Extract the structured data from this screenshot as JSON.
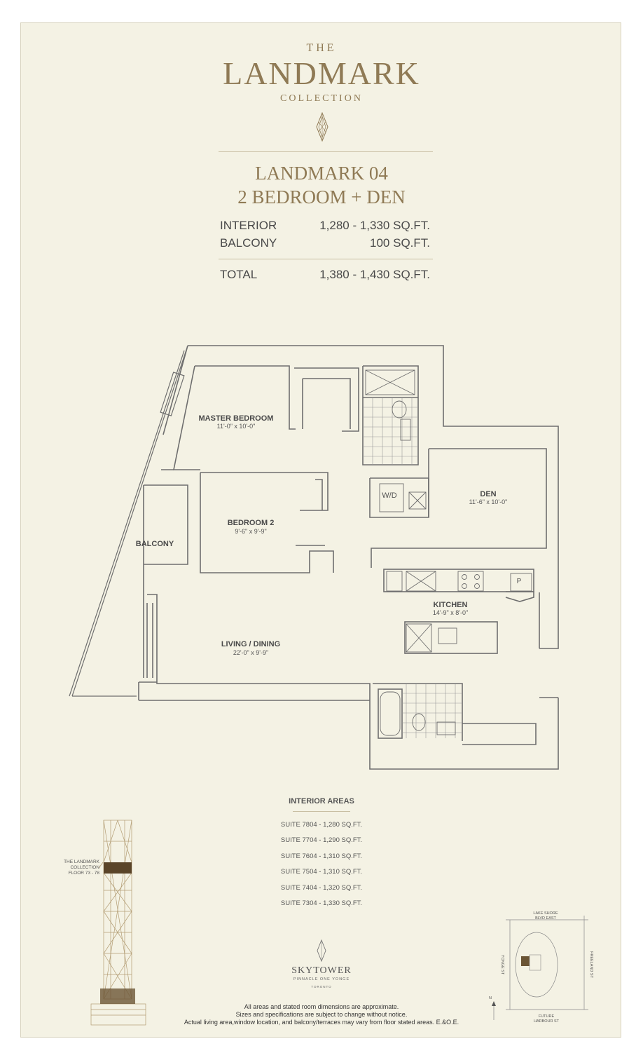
{
  "brand": {
    "the": "THE",
    "name": "LANDMARK",
    "collection": "COLLECTION"
  },
  "unit": {
    "name": "LANDMARK 04",
    "type": "2 BEDROOM + DEN"
  },
  "stats": {
    "interior_label": "INTERIOR",
    "interior_value": "1,280 - 1,330 SQ.FT.",
    "balcony_label": "BALCONY",
    "balcony_value": "100 SQ.FT.",
    "total_label": "TOTAL",
    "total_value": "1,380 - 1,430 SQ.FT."
  },
  "rooms": {
    "master_name": "MASTER BEDROOM",
    "master_dim": "11'-0\" x 10'-0\"",
    "bed2_name": "BEDROOM 2",
    "bed2_dim": "9'-6\" x 9'-9\"",
    "den_name": "DEN",
    "den_dim": "11'-6\" x 10'-0\"",
    "kitchen_name": "KITCHEN",
    "kitchen_dim": "14'-9\" x 8'-0\"",
    "living_name": "LIVING / DINING",
    "living_dim": "22'-0\" x 9'-9\"",
    "balcony_name": "BALCONY",
    "wd": "W/D",
    "pantry": "P"
  },
  "interior_areas": {
    "title": "INTERIOR AREAS",
    "suites": [
      "SUITE 7804 - 1,280 SQ.FT.",
      "SUITE 7704 - 1,290 SQ.FT.",
      "SUITE 7604 - 1,310 SQ.FT.",
      "SUITE 7504 - 1,310 SQ.FT.",
      "SUITE 7404 - 1,320 SQ.FT.",
      "SUITE 7304 - 1,330 SQ.FT."
    ]
  },
  "tower_note": {
    "line1": "THE LANDMARK",
    "line2": "COLLECTION",
    "line3": "FLOOR 73 - 78"
  },
  "skytower": {
    "name": "SKYTOWER",
    "sub": "PINNACLE ONE YONGE",
    "city": "TORONTO"
  },
  "disclaimer": [
    "All areas and stated room dimensions are approximate.",
    "Sizes and specifications are subject to change without notice.",
    "Actual living area,window location, and balcony/terraces may vary from floor stated areas. E.&O.E."
  ],
  "keymap": {
    "north": "N",
    "lakeshore1": "LAKE SHORE",
    "lakeshore2": "BLVD EAST",
    "yonge": "YONGE ST",
    "freeland": "FREELAND ST",
    "harbour1": "FUTURE",
    "harbour2": "HARBOUR ST"
  },
  "colors": {
    "accent_gold": "#8f7a55",
    "paper": "#f4f2e4",
    "wall": "#6e6e6e"
  }
}
